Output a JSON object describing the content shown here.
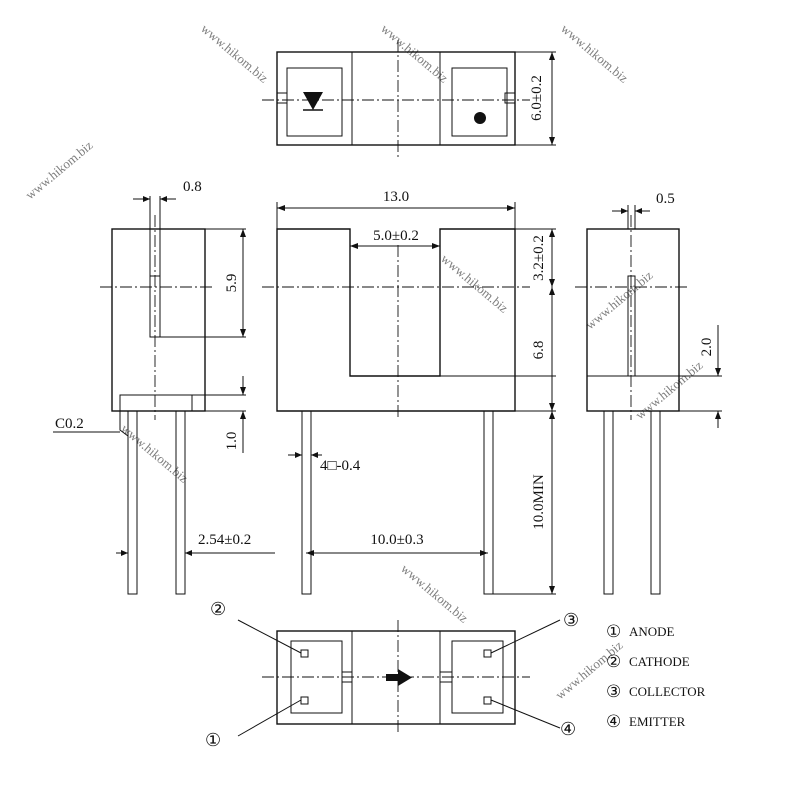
{
  "dimensions": {
    "top_height": "6.0±0.2",
    "left_slot_width": "0.8",
    "left_height": "5.9",
    "chamfer": "C0.2",
    "left_base_height": "1.0",
    "left_pin_pitch": "2.54±0.2",
    "overall_width": "13.0",
    "slot_width": "5.0±0.2",
    "slot_top": "3.2±0.2",
    "slot_depth": "6.8",
    "lead_length": "10.0MIN",
    "lead_size": "4□-0.4",
    "lead_pitch": "10.0±0.3",
    "right_slot_width": "0.5",
    "right_height": "2.0"
  },
  "callouts": {
    "pin1": "①",
    "pin2": "②",
    "pin3": "③",
    "pin4": "④"
  },
  "legend": [
    {
      "number": "①",
      "label": "ANODE"
    },
    {
      "number": "②",
      "label": "CATHODE"
    },
    {
      "number": "③",
      "label": "COLLECTOR"
    },
    {
      "number": "④",
      "label": "EMITTER"
    }
  ],
  "watermark": "www.hikom.biz",
  "symbols": {
    "emitter": "diode-triangle-icon",
    "detector": "dot-icon",
    "direction": "arrow-right-icon"
  },
  "colors": {
    "line": "#111111",
    "watermark": "#c8c8c8"
  }
}
